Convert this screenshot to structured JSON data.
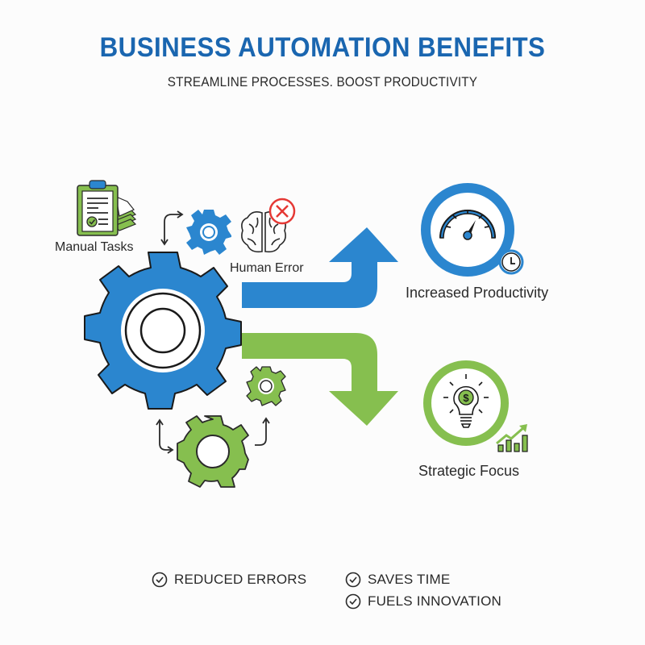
{
  "header": {
    "title": "BUSINESS AUTOMATION BENEFITS",
    "subtitle": "STREAMLINE PROCESSES. BOOST PRODUCTIVITY"
  },
  "diagram": {
    "inputs": [
      {
        "label": "Manual Tasks",
        "icon": "clipboard-checklist-icon"
      },
      {
        "label": "Human Error",
        "icon": "brain-with-x-icon"
      }
    ],
    "center": {
      "icon": "large-gear-icon"
    },
    "outputs": [
      {
        "label": "Increased Productivity",
        "icon": "speedometer-clock-icon",
        "arrow": "up",
        "color": "#2b86cf"
      },
      {
        "label": "Strategic Focus",
        "icon": "lightbulb-dollar-growth-icon",
        "arrow": "down",
        "color": "#86bf4f"
      }
    ]
  },
  "footer": {
    "items": [
      {
        "label": "REDUCED ERRORS",
        "icon": "check-circle-icon"
      },
      {
        "label": "SAVES TIME",
        "icon": "check-circle-icon"
      },
      {
        "label": "FUELS INNOVATION",
        "icon": "check-circle-icon"
      }
    ]
  },
  "colors": {
    "title": "#1a66b0",
    "blue": "#2b86cf",
    "green": "#86bf4f",
    "red": "#e53935",
    "text": "#2a2a2a"
  }
}
